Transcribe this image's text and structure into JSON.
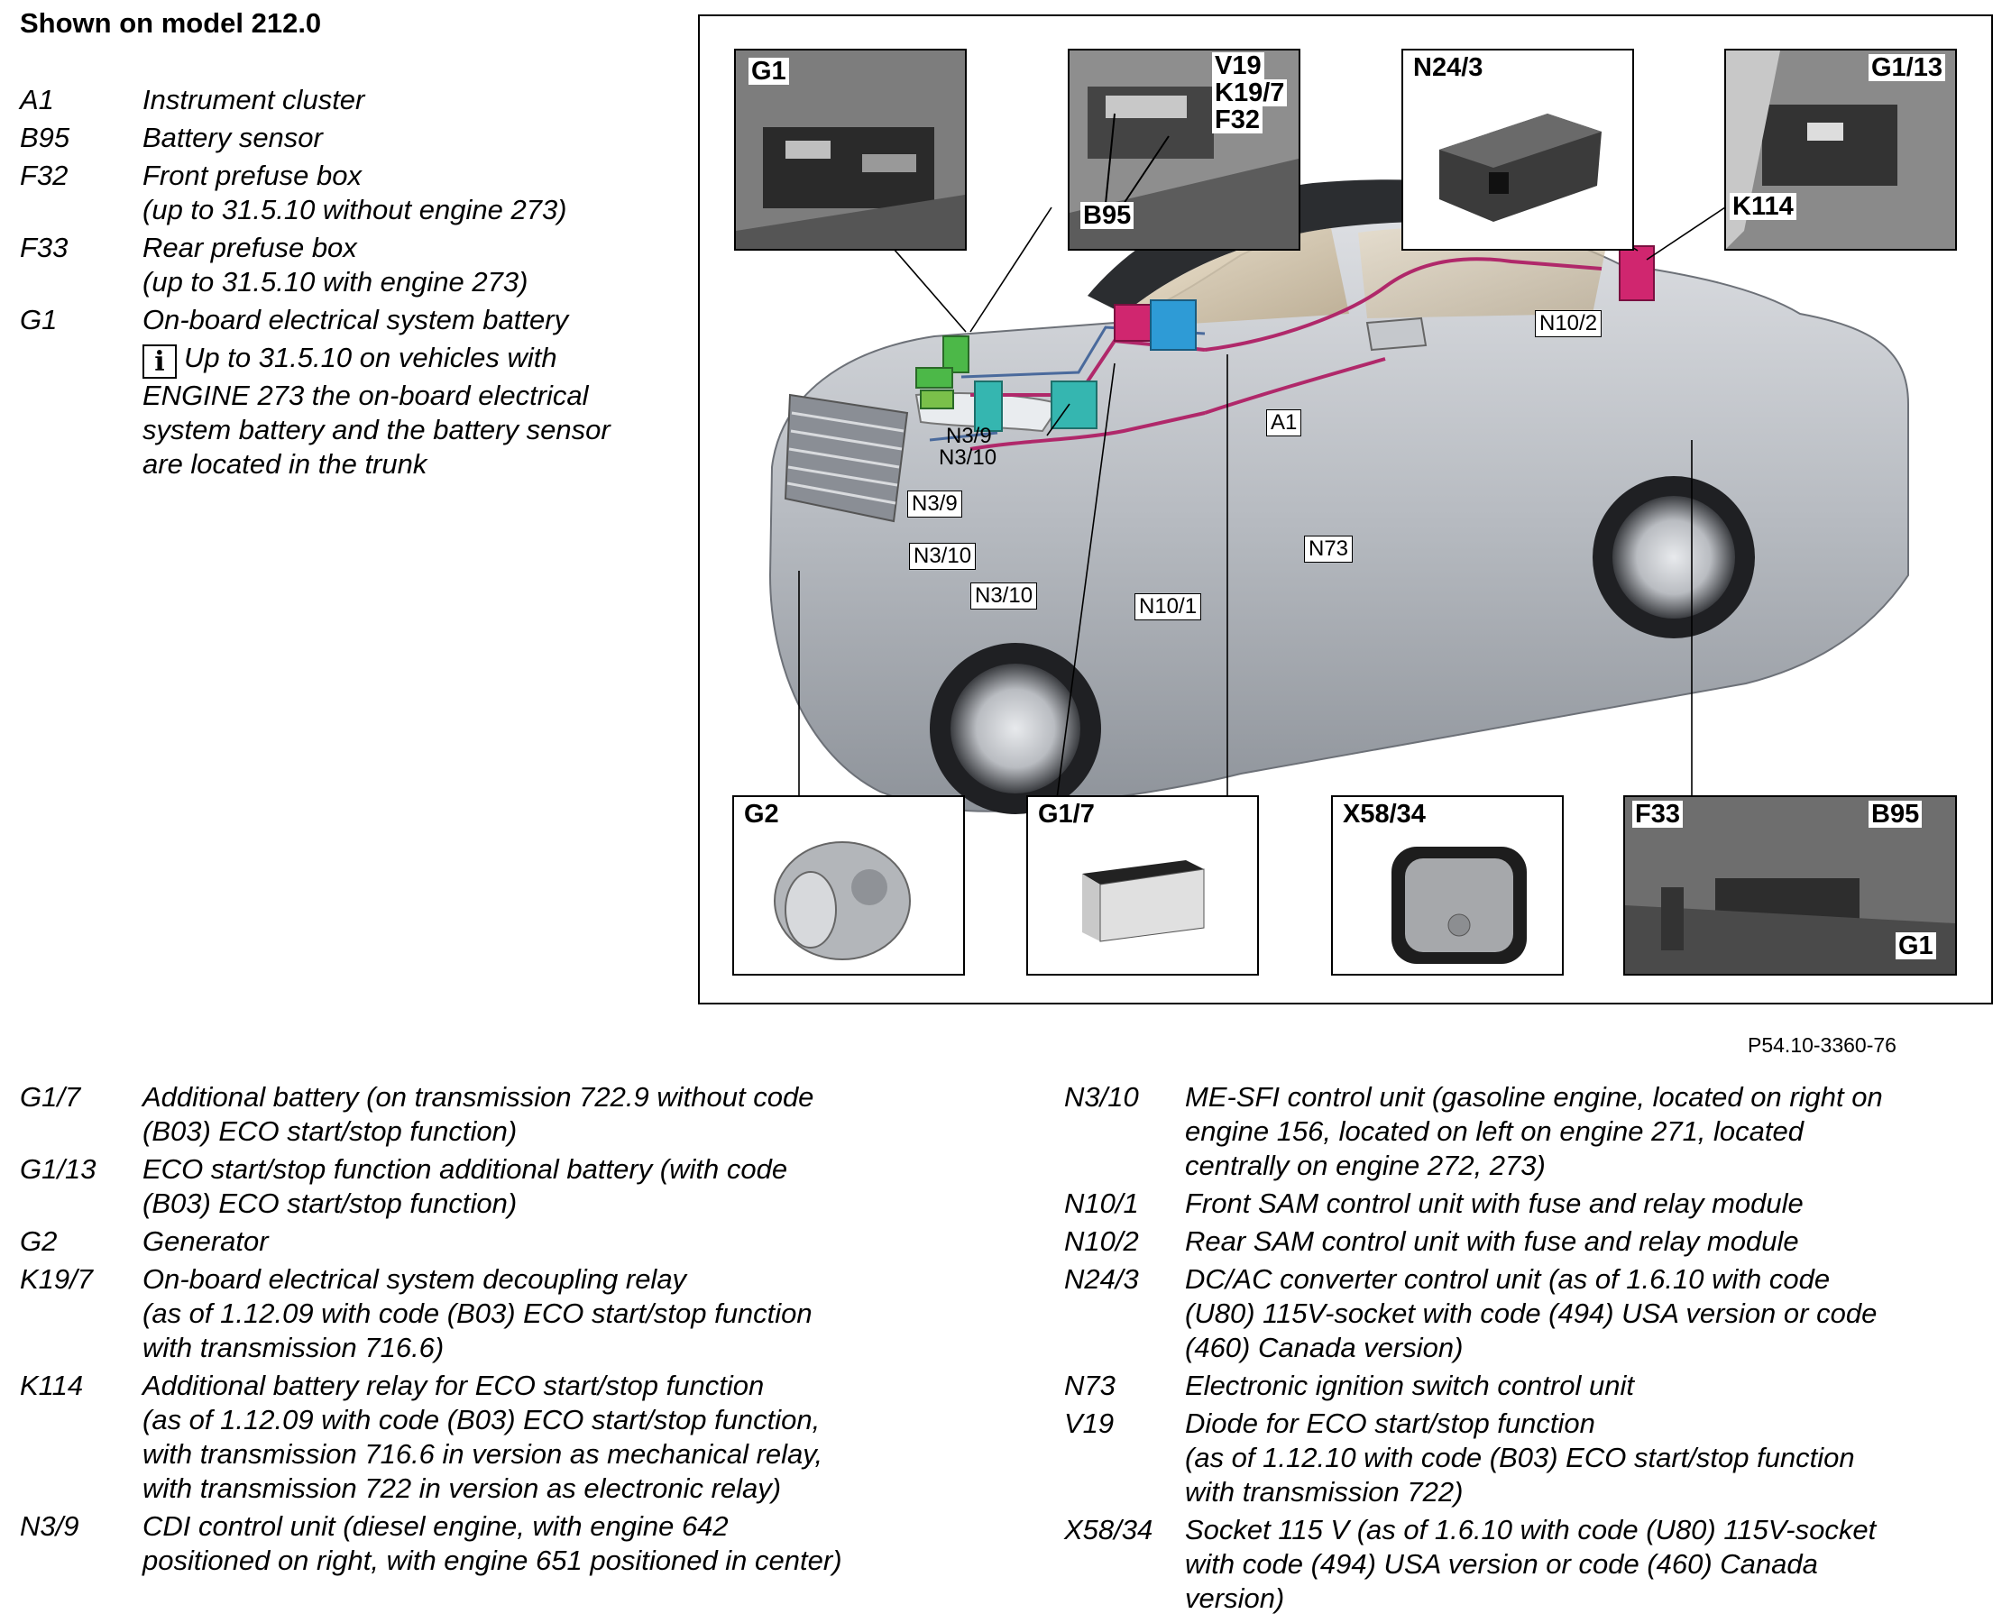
{
  "heading": "Shown on model 212.0",
  "legend_top": [
    {
      "code": "A1",
      "lines": [
        "Instrument cluster"
      ]
    },
    {
      "code": "B95",
      "lines": [
        "Battery sensor"
      ]
    },
    {
      "code": "F32",
      "lines": [
        "Front prefuse box",
        "(up to 31.5.10 without engine 273)"
      ]
    },
    {
      "code": "F33",
      "lines": [
        "Rear prefuse box",
        "(up to 31.5.10 with engine 273)"
      ]
    },
    {
      "code": "G1",
      "lines": [
        "On-board electrical system battery"
      ]
    }
  ],
  "g1_note": "Up to 31.5.10 on vehicles with ENGINE 273 the on-board electrical system battery and the battery sensor are located in the trunk",
  "info_icon": "i",
  "figure_ref": "P54.10-3360-76",
  "insets": {
    "g1": {
      "labels": [
        "G1"
      ]
    },
    "v19": {
      "labels": [
        "V19",
        "K19/7",
        "F32",
        "B95"
      ]
    },
    "n24_3": {
      "labels": [
        "N24/3"
      ]
    },
    "g1_13": {
      "labels": [
        "G1/13",
        "K114"
      ]
    },
    "g2": {
      "labels": [
        "G2"
      ]
    },
    "g1_7": {
      "labels": [
        "G1/7"
      ]
    },
    "x58_34": {
      "labels": [
        "X58/34"
      ]
    },
    "f33": {
      "labels": [
        "F33",
        "B95",
        "G1"
      ]
    }
  },
  "callouts": {
    "n3_9_a": "N3/9",
    "n3_10_a": "N3/10",
    "n3_9_b": "N3/9",
    "n3_10_b": "N3/10",
    "n3_10_c": "N3/10",
    "a1": "A1",
    "n73": "N73",
    "n10_1": "N10/1",
    "n10_2": "N10/2"
  },
  "colors": {
    "car_body": "#b9bcc1",
    "roof": "#2b2d30",
    "wiring": "#b0286a",
    "module_pink": "#d0266f",
    "module_blue": "#2e9bd6",
    "module_green": "#4cb848",
    "module_cyan": "#35b6b0"
  },
  "legend_bottom_left": [
    {
      "code": "G1/7",
      "lines": [
        "Additional battery (on transmission 722.9 without code",
        "(B03) ECO start/stop function)"
      ]
    },
    {
      "code": "G1/13",
      "lines": [
        "ECO start/stop function additional battery (with code",
        "(B03) ECO start/stop function)"
      ]
    },
    {
      "code": "G2",
      "lines": [
        "Generator"
      ]
    },
    {
      "code": "K19/7",
      "lines": [
        "On-board electrical system decoupling relay",
        "(as of 1.12.09 with code (B03) ECO start/stop function",
        "with transmission 716.6)"
      ]
    },
    {
      "code": "K114",
      "lines": [
        "Additional battery relay for ECO start/stop function",
        "(as of 1.12.09 with code (B03) ECO start/stop function,",
        "with transmission 716.6 in version as mechanical relay,",
        "with transmission 722 in version as electronic relay)"
      ]
    },
    {
      "code": "N3/9",
      "lines": [
        "CDI control unit (diesel engine, with engine 642",
        "positioned on right, with engine 651 positioned in center)"
      ]
    }
  ],
  "legend_bottom_right": [
    {
      "code": "N3/10",
      "lines": [
        "ME-SFI control unit (gasoline engine, located on right on",
        "engine 156, located on left on engine 271, located",
        "centrally on engine 272, 273)"
      ]
    },
    {
      "code": "N10/1",
      "lines": [
        "Front SAM control unit with fuse and relay module"
      ]
    },
    {
      "code": "N10/2",
      "lines": [
        "Rear SAM control unit with fuse and relay module"
      ]
    },
    {
      "code": "N24/3",
      "lines": [
        "DC/AC converter control unit (as of 1.6.10 with code",
        "(U80) 115V-socket with code (494) USA version or code",
        "(460) Canada version)"
      ]
    },
    {
      "code": "N73",
      "lines": [
        "Electronic ignition switch control unit"
      ]
    },
    {
      "code": "V19",
      "lines": [
        "Diode for ECO start/stop function",
        "(as of 1.12.10 with code (B03) ECO start/stop function",
        "with transmission 722)"
      ]
    },
    {
      "code": "X58/34",
      "lines": [
        "Socket 115 V (as of 1.6.10 with code (U80) 115V-socket",
        "with code (494) USA version or code (460) Canada",
        "version)"
      ]
    }
  ]
}
